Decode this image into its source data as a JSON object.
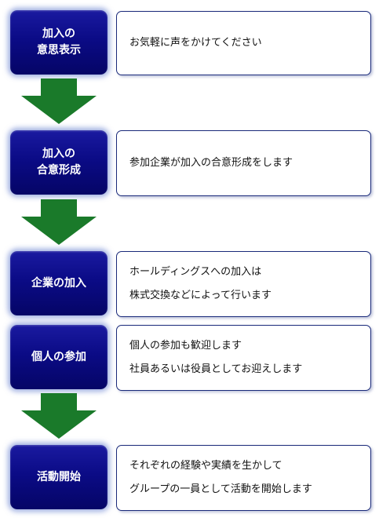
{
  "steps": [
    {
      "label_lines": [
        "加入の",
        "意思表示"
      ],
      "desc_lines": [
        "お気軽に声をかけてください"
      ]
    },
    {
      "label_lines": [
        "加入の",
        "合意形成"
      ],
      "desc_lines": [
        "参加企業が加入の合意形成をします"
      ]
    },
    {
      "label_lines": [
        "企業の加入"
      ],
      "desc_lines": [
        "ホールディングスへの加入は",
        "株式交換などによって行います"
      ]
    },
    {
      "label_lines": [
        "個人の参加"
      ],
      "desc_lines": [
        "個人の参加も歓迎します",
        "社員あるいは役員としてお迎えします"
      ]
    },
    {
      "label_lines": [
        "活動開始"
      ],
      "desc_lines": [
        "それぞれの経験や実績を生かして",
        "グループの一員として活動を開始します"
      ]
    }
  ],
  "colors": {
    "label_bg": "#0b0b86",
    "arrow": "#1a7a2a",
    "box_border": "#1a2a7a"
  },
  "icons": [
    "down-arrow-icon"
  ]
}
